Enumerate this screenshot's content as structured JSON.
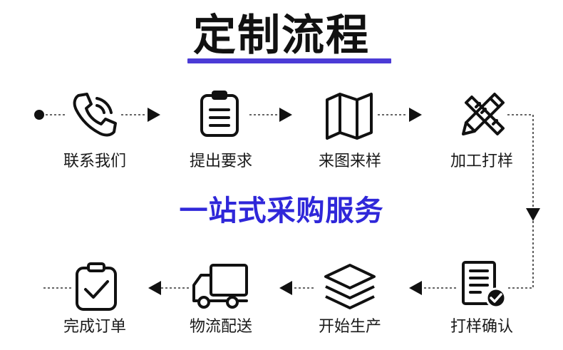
{
  "title": "定制流程",
  "subtitle": "一站式采购服务",
  "colors": {
    "accent": "#2f27d9",
    "underline": "#4b3bd6",
    "ink": "#111111"
  },
  "steps_top": [
    {
      "label": "联系我们",
      "icon": "phone-icon"
    },
    {
      "label": "提出要求",
      "icon": "clipboard-icon"
    },
    {
      "label": "来图来样",
      "icon": "map-icon"
    },
    {
      "label": "加工打样",
      "icon": "pencil-ruler-icon"
    }
  ],
  "steps_bottom": [
    {
      "label": "完成订单",
      "icon": "clipboard-check-icon"
    },
    {
      "label": "物流配送",
      "icon": "truck-icon"
    },
    {
      "label": "开始生产",
      "icon": "layers-icon"
    },
    {
      "label": "打样确认",
      "icon": "document-check-icon"
    }
  ]
}
